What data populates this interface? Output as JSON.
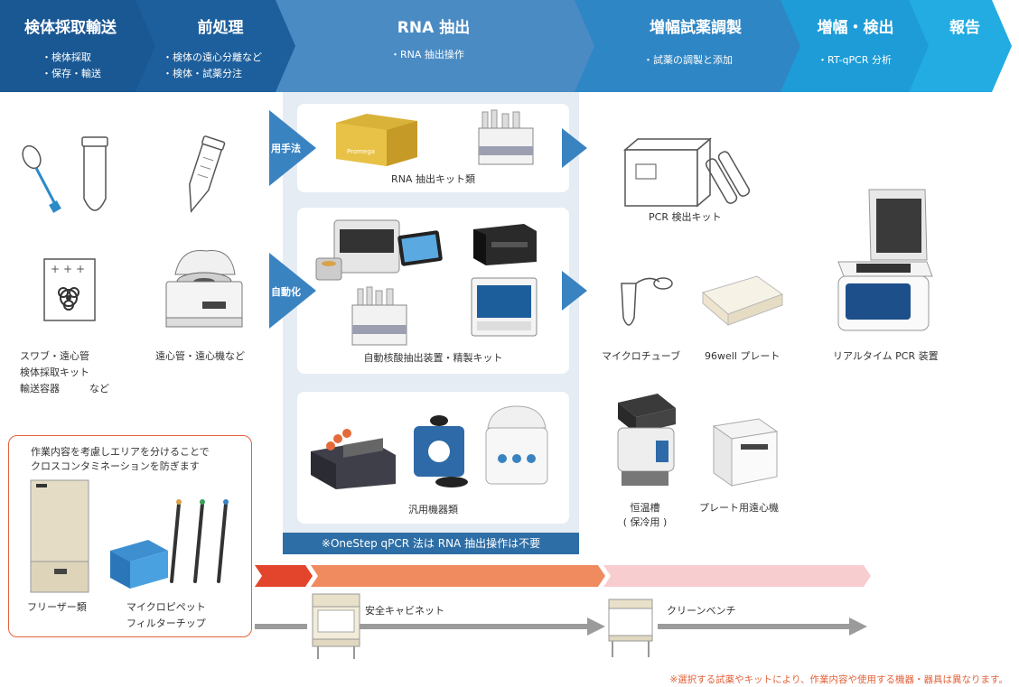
{
  "header": {
    "stages": [
      {
        "title": "検体採取輸送",
        "items": [
          "・検体採取",
          "・保存・輸送"
        ]
      },
      {
        "title": "前処理",
        "items": [
          "・検体の遠心分離など",
          "・検体・試薬分注"
        ]
      },
      {
        "title": "RNA 抽出",
        "items": [
          "・RNA 抽出操作"
        ]
      },
      {
        "title": "増幅試薬調製",
        "items": [
          "・試薬の調製と添加"
        ]
      },
      {
        "title": "増幅・検出",
        "items": [
          "・RT-qPCR 分析"
        ]
      },
      {
        "title": "報告",
        "items": []
      }
    ],
    "colors": [
      "#1a5894",
      "#1d5f9c",
      "#4a8bc4",
      "#2e86c5",
      "#1d9cd7",
      "#22ace2"
    ]
  },
  "collection": {
    "label_lines": [
      "スワブ・遠心管",
      "検体採取キット",
      "輸送容器　　　など"
    ]
  },
  "pretreatment": {
    "label": "遠心管・遠心機など"
  },
  "rna": {
    "manual_tag": "用手法",
    "auto_tag": "自動化",
    "manual_label": "RNA 抽出キット類",
    "auto_label": "自動核酸抽出装置・精製キット",
    "general_label": "汎用機器類",
    "note": "※OneStep qPCR 法は RNA 抽出操作は不要",
    "kit_brand": "Promega"
  },
  "reagent_prep": {
    "pcr_kit_label": "PCR 検出キット",
    "microtube_label": "マイクロチューブ",
    "plate_label": "96well プレート",
    "thermo_bath_label": "恒温槽",
    "thermo_bath_sub": "( 保冷用 )",
    "plate_centrifuge_label": "プレート用遠心機"
  },
  "detection": {
    "label": "リアルタイム PCR 装置"
  },
  "contamination": {
    "text_lines": [
      "作業内容を考慮しエリアを分けることで",
      "クロスコンタミネーションを防ぎます"
    ],
    "freezer_label": "フリーザー類",
    "pipette_label_lines": [
      "マイクロピペット",
      "フィルターチップ"
    ]
  },
  "bottom_flow": {
    "safety_cabinet_label": "安全キャビネット",
    "clean_bench_label": "クリーンベンチ",
    "band_colors": [
      "#e2452b",
      "#f08a5f",
      "#f8cdd0"
    ],
    "arrow_color": "#9b9b9b"
  },
  "footnote": "※選択する試薬やキットにより、作業内容や使用する機器・器具は異なります。"
}
